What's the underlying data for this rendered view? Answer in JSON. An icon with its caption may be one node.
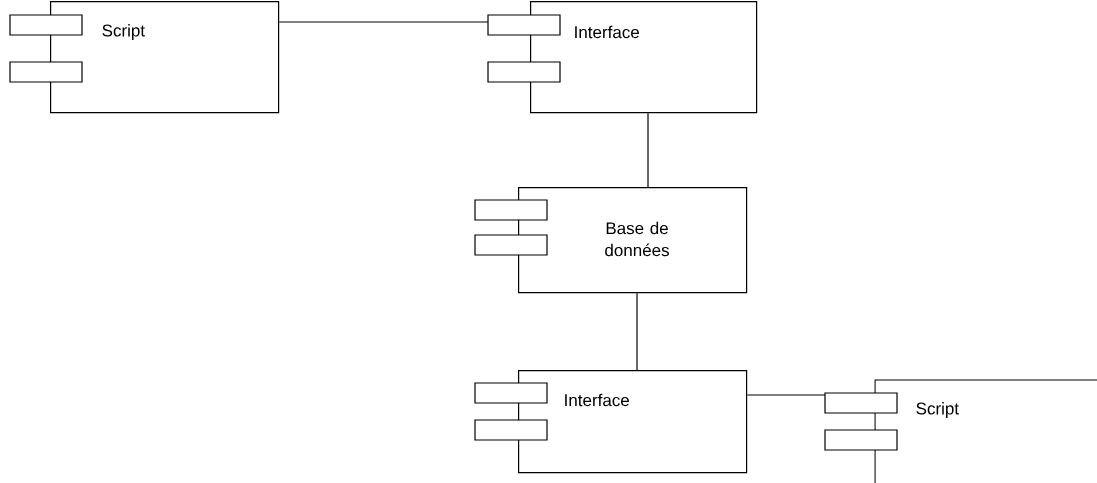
{
  "diagram": {
    "nodes": [
      {
        "text": [
          "Script"
        ]
      },
      {
        "text": [
          "Interface"
        ]
      },
      {
        "text": [
          "Base de données"
        ]
      },
      {
        "text": [
          "Interface"
        ]
      },
      {
        "text": [
          "Script"
        ]
      }
    ],
    "edges": [
      {
        "from": 0,
        "to": 1,
        "arrow": "none"
      },
      {
        "from": 1,
        "to": 2,
        "arrow": "none"
      },
      {
        "from": 2,
        "to": 3,
        "arrow": "none"
      },
      {
        "from": 3,
        "to": 4,
        "arrow": "none"
      }
    ]
  }
}
